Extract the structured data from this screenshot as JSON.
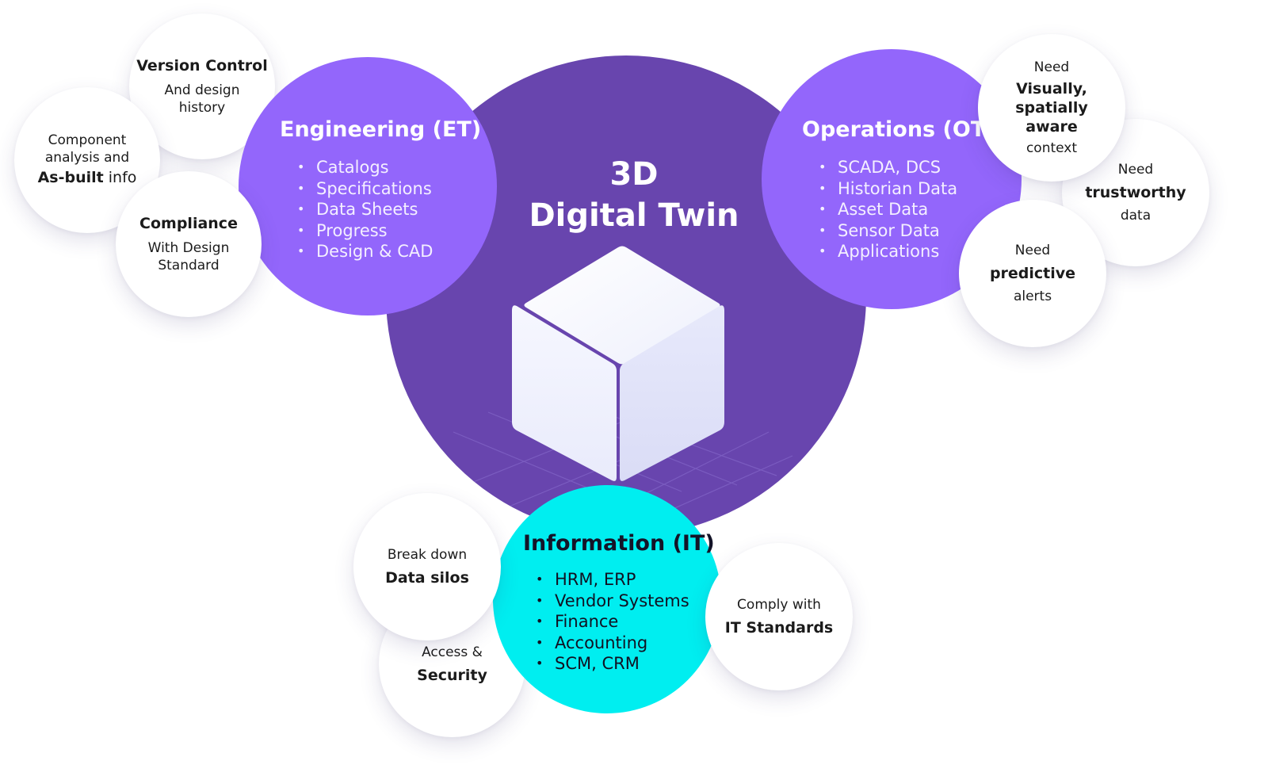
{
  "core": {
    "title_line1": "3D",
    "title_line2": "Digital Twin"
  },
  "engineering": {
    "title": "Engineering (ET)",
    "items": [
      "Catalogs",
      "Specifications",
      "Data Sheets",
      "Progress",
      "Design & CAD"
    ]
  },
  "operations": {
    "title": "Operations (OT)",
    "items": [
      "SCADA, DCS",
      "Historian Data",
      "Asset Data",
      "Sensor Data",
      "Applications"
    ]
  },
  "information": {
    "title": "Information (IT)",
    "items": [
      "HRM, ERP",
      "Vendor Systems",
      "Finance",
      "Accounting",
      "SCM, CRM"
    ]
  },
  "notes": {
    "version_control": {
      "bold": "Version Control",
      "line1": "And design",
      "line2": "history"
    },
    "component": {
      "line1": "Component",
      "line2": "analysis and",
      "bold": "As-built",
      "after": " info"
    },
    "compliance": {
      "bold": "Compliance",
      "line1": "With Design",
      "line2": "Standard"
    },
    "visually": {
      "line1": "Need",
      "bold1": "Visually,",
      "bold2": "spatially",
      "bold3": "aware",
      "line2": "context"
    },
    "trustworthy": {
      "line1": "Need",
      "bold": "trustworthy",
      "line2": "data"
    },
    "predictive": {
      "line1": "Need",
      "bold": "predictive",
      "line2": "alerts"
    },
    "data_silos": {
      "line1": "Break down",
      "bold": "Data silos"
    },
    "security": {
      "line1": "Access &",
      "bold": "Security"
    },
    "it_standards": {
      "line1": "Comply with",
      "bold": "IT Standards"
    }
  },
  "colors": {
    "core": "#6845ae",
    "engineering": "#9366fb",
    "operations": "#9366fb",
    "information": "#00eef0",
    "cube": "#eef0fc"
  },
  "icons": {
    "center": "cube-icon"
  }
}
